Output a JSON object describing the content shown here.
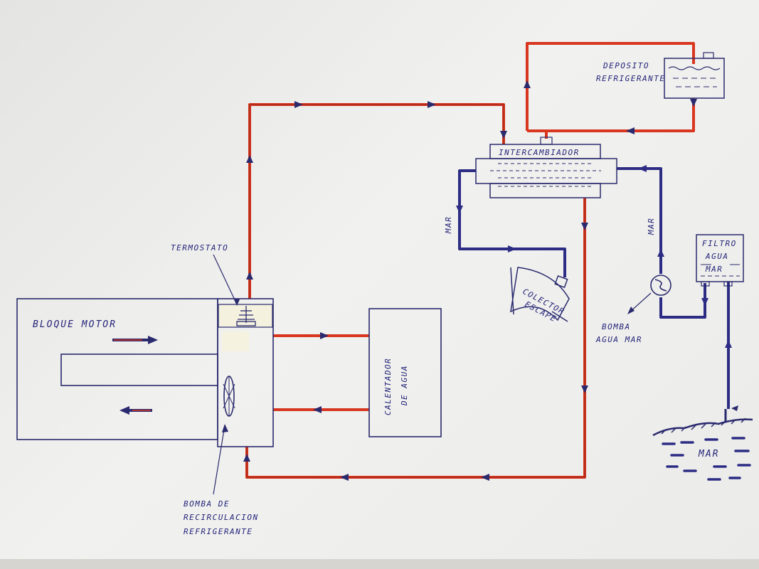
{
  "labels": {
    "bloque_motor": "BLOQUE MOTOR",
    "termostato": "TERMOSTATO",
    "bomba_recirculacion_1": "BOMBA DE",
    "bomba_recirculacion_2": "RECIRCULACION",
    "bomba_recirculacion_3": "REFRIGERANTE",
    "calentador_1": "CALENTADOR",
    "calentador_2": "DE AGUA",
    "intercambiador": "INTERCAMBIADOR",
    "deposito_1": "DEPOSITO",
    "deposito_2": "REFRIGERANTE",
    "mar_left": "MAR",
    "mar_right": "MAR",
    "colector_1": "COLECTOR",
    "colector_2": "ESCAPE",
    "bomba_agua_1": "BOMBA",
    "bomba_agua_2": "AGUA MAR",
    "filtro_1": "FILTRO",
    "filtro_2": "AGUA",
    "filtro_3": "MAR",
    "mar_sea": "MAR"
  },
  "colors": {
    "coolant_pipe": "#d8361f",
    "sea_water_pipe": "#2c2c84",
    "ink": "#2a2a6e"
  }
}
